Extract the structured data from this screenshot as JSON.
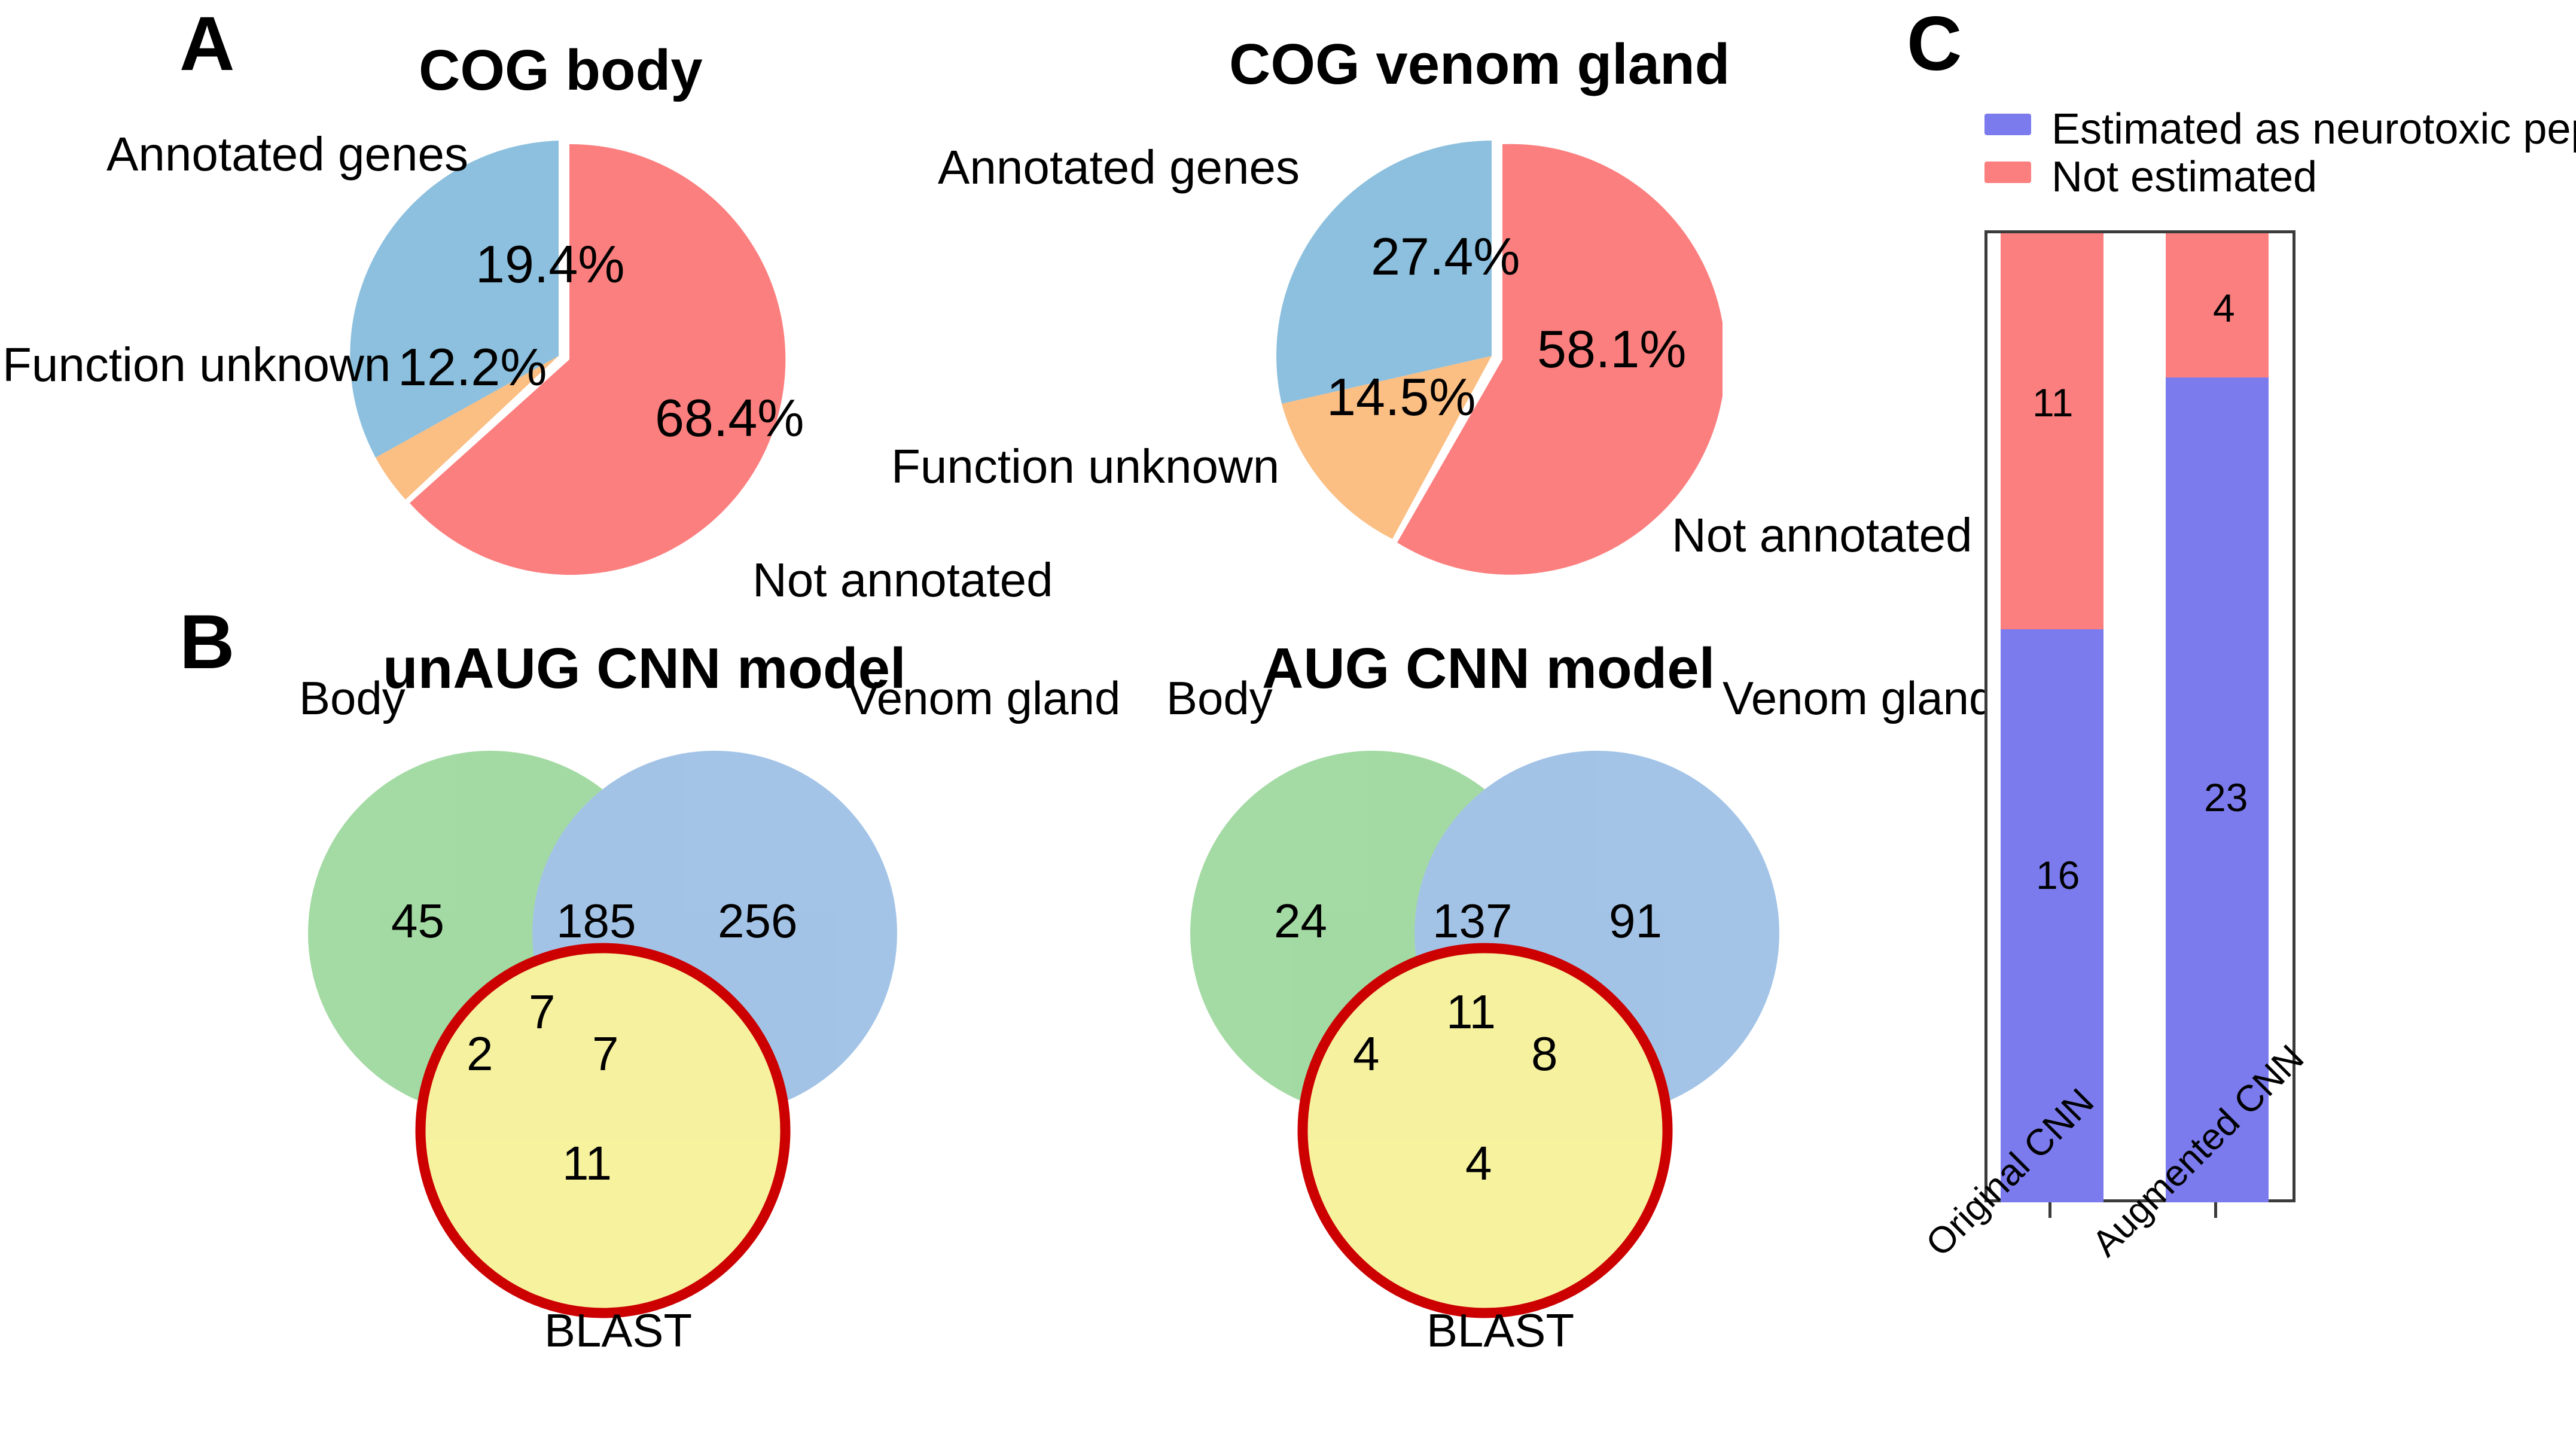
{
  "figure": {
    "panels": [
      {
        "letter": "A"
      },
      {
        "letter": "B"
      },
      {
        "letter": "C"
      }
    ]
  },
  "panelA": {
    "letter": "A",
    "charts": [
      {
        "title": "COG body",
        "labels": {
          "annotated": "Annotated genes",
          "unknown": "Function unknown",
          "not_annotated": "Not annotated"
        },
        "values": {
          "annotated": "19.4%",
          "unknown": "12.2%",
          "not_annotated": "68.4%"
        }
      },
      {
        "title": "COG venom gland",
        "labels": {
          "annotated": "Annotated genes",
          "unknown": "Function unknown",
          "not_annotated": "Not annotated"
        },
        "values": {
          "annotated": "27.4%",
          "unknown": "14.5%",
          "not_annotated": "58.1%"
        }
      }
    ]
  },
  "panelB": {
    "letter": "B",
    "venns": [
      {
        "title": "unAUG CNN model",
        "set_labels": {
          "left": "Body",
          "right": "Venom gland",
          "bottom": "BLAST"
        },
        "counts": {
          "body_only": "45",
          "body_venom": "185",
          "venom_only": "256",
          "body_blast": "2",
          "all_three": "7",
          "venom_blast": "7",
          "blast_only": "11"
        }
      },
      {
        "title": "AUG CNN model",
        "set_labels": {
          "left": "Body",
          "right": "Venom gland",
          "bottom": "BLAST"
        },
        "counts": {
          "body_only": "24",
          "body_venom": "137",
          "venom_only": "91",
          "body_blast": "4",
          "all_three": "11",
          "venom_blast": "8",
          "blast_only": "4"
        }
      }
    ]
  },
  "panelC": {
    "letter": "C",
    "legend": [
      {
        "label": "Estimated as neurotoxic peptide",
        "color": "#7B7BEE"
      },
      {
        "label": "Not estimated",
        "color": "#FC7F7F"
      }
    ]
  },
  "chart_data": [
    {
      "type": "pie",
      "title": "COG body",
      "labels": [
        "Annotated genes",
        "Function unknown",
        "Not annotated"
      ],
      "values": [
        19.4,
        12.2,
        68.4
      ],
      "value_labels": [
        "19.4%",
        "12.2%",
        "68.4%"
      ],
      "colors": [
        "#8CC0DE",
        "#FBBE83",
        "#FC7F7F"
      ],
      "units": "percent",
      "legend": "labels placed outside slices"
    },
    {
      "type": "pie",
      "title": "COG venom gland",
      "labels": [
        "Annotated genes",
        "Function unknown",
        "Not annotated"
      ],
      "values": [
        27.4,
        14.5,
        58.1
      ],
      "value_labels": [
        "27.4%",
        "14.5%",
        "58.1%"
      ],
      "colors": [
        "#8CC0DE",
        "#FBBE83",
        "#FC7F7F"
      ],
      "units": "percent",
      "legend": "labels placed outside slices"
    },
    {
      "type": "venn",
      "title": "unAUG CNN model",
      "sets": [
        "Body",
        "Venom gland",
        "BLAST"
      ],
      "regions": {
        "Body only": 45,
        "Body∩Venom gland": 185,
        "Venom gland only": 256,
        "Body∩BLAST": 2,
        "Body∩Venom gland∩BLAST": 7,
        "Venom gland∩BLAST": 7,
        "BLAST only": 11
      },
      "colors": {
        "Body": "#A8DBA8",
        "Venom gland": "#B0CDE8",
        "BLAST": "#F5F09E",
        "BLAST outline": "#CC0000"
      }
    },
    {
      "type": "venn",
      "title": "AUG CNN model",
      "sets": [
        "Body",
        "Venom gland",
        "BLAST"
      ],
      "regions": {
        "Body only": 24,
        "Body∩Venom gland": 137,
        "Venom gland only": 91,
        "Body∩BLAST": 4,
        "Body∩Venom gland∩BLAST": 11,
        "Venom gland∩BLAST": 8,
        "BLAST only": 4
      },
      "colors": {
        "Body": "#A8DBA8",
        "Venom gland": "#B0CDE8",
        "BLAST": "#F5F09E",
        "BLAST outline": "#CC0000"
      }
    },
    {
      "type": "bar",
      "stacked": true,
      "title": "",
      "categories": [
        "Original CNN",
        "Augmented CNN"
      ],
      "series": [
        {
          "name": "Estimated as neurotoxic peptide",
          "values": [
            16,
            23
          ],
          "color": "#7B7BEE"
        },
        {
          "name": "Not estimated",
          "values": [
            11,
            4
          ],
          "color": "#FC7F7F"
        }
      ],
      "totals": [
        27,
        27
      ],
      "xlabel": "",
      "ylabel": "",
      "ylim": [
        0,
        27
      ],
      "grid": false,
      "legend_position": "top-left",
      "tick_label_rotation": -45
    }
  ]
}
